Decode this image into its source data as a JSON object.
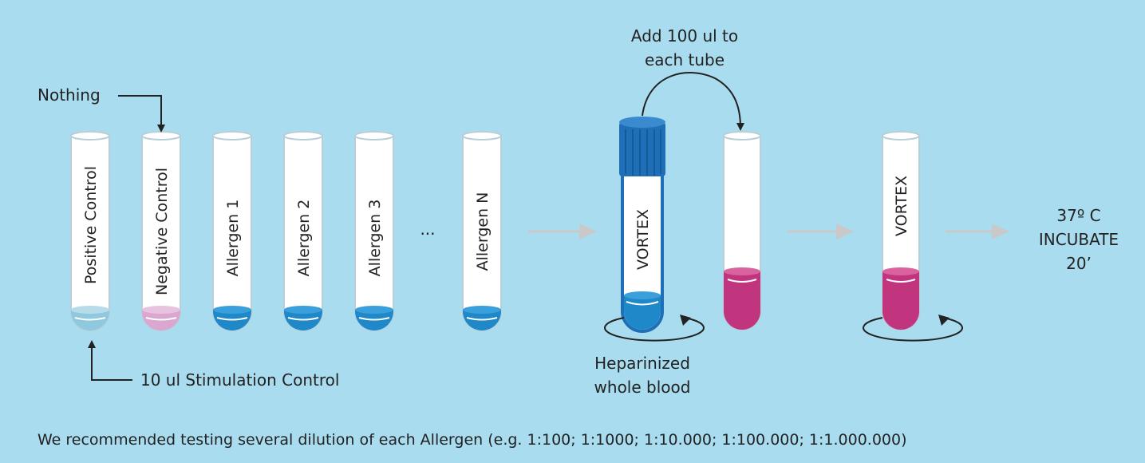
{
  "tubes": [
    {
      "label": "Positive Control",
      "liquid": "light-blue"
    },
    {
      "label": "Negative Control",
      "liquid": "pink"
    },
    {
      "label": "Allergen 1",
      "liquid": "blue"
    },
    {
      "label": "Allergen 2",
      "liquid": "blue"
    },
    {
      "label": "Allergen 3",
      "liquid": "blue"
    },
    {
      "label": "Allergen N",
      "liquid": "blue"
    }
  ],
  "ellipsis": "...",
  "annotations": {
    "nothing": "Nothing",
    "stimulation": "10 ul Stimulation Control",
    "add_line1": "Add 100 ul to",
    "add_line2": "each tube",
    "blood_line1": "Heparinized",
    "blood_line2": "whole blood"
  },
  "vortex_label": "VORTEX",
  "incubate": {
    "line1": "37º C",
    "line2": "INCUBATE",
    "line3": "20’"
  },
  "footer": "We recommended testing several dilution of each Allergen (e.g. 1:100; 1:1000; 1:10.000; 1:100.000; 1:1.000.000)",
  "colors": {
    "background": "#a9dcef",
    "tube_fill": "#ffffff",
    "tube_stroke": "#b9cfd8",
    "liquid_light_blue": "#8ec9df",
    "liquid_pink": "#dba6cf",
    "liquid_blue": "#1e88c9",
    "liquid_magenta": "#c1357f",
    "cap_blue": "#1e6fb8",
    "arrow_grey": "#c9c9c9",
    "line_dark": "#222222"
  }
}
